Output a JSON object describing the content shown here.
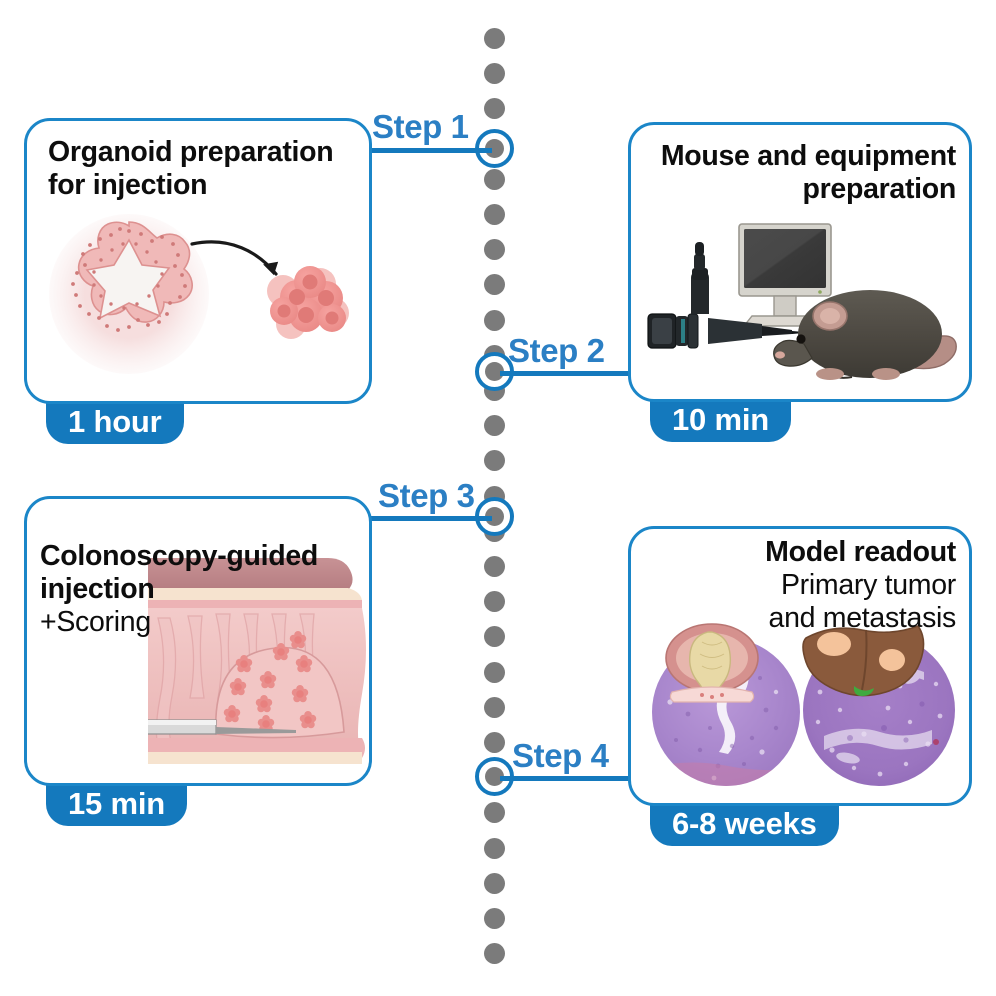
{
  "figure": {
    "kind": "experimental-workflow-timeline",
    "orientation": "vertical-timeline-alternating",
    "accent_color": "#1479bd",
    "step_label_color": "#2b7fc4",
    "dot_color": "#7b7b7b",
    "card_border_color": "#1b86c8"
  },
  "steps": [
    {
      "marker": "Step 1",
      "side": "left",
      "title": "Organoid preparation",
      "title_line2": "for injection",
      "subtitle": "",
      "duration": "1 hour",
      "illustration": "organoid-to-cell-cluster"
    },
    {
      "marker": "Step 2",
      "side": "right",
      "title": "Mouse and equipment",
      "title_line2": "preparation",
      "subtitle": "",
      "duration": "10 min",
      "illustration": "mouse-endoscope-monitor"
    },
    {
      "marker": "Step 3",
      "side": "left",
      "title": "Colonoscopy-guided",
      "title_line2": "injection",
      "subtitle": "+Scoring",
      "duration": "15 min",
      "illustration": "colon-submucosal-injection"
    },
    {
      "marker": "Step 4",
      "side": "right",
      "title": "Model readout",
      "title_line2": "",
      "subtitle": "Primary tumor",
      "subtitle2": "and metastasis",
      "duration": "6-8 weeks",
      "illustration": "histology-primary-tumor-and-liver-metastasis"
    }
  ]
}
